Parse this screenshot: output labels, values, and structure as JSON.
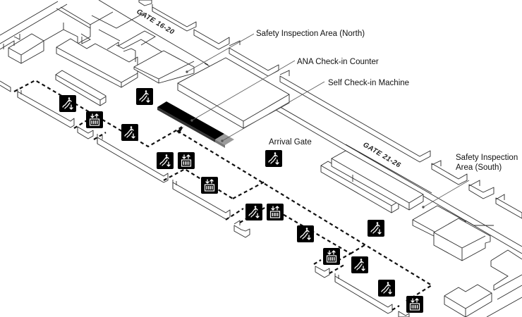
{
  "map": {
    "title": "Terminal Floor Map",
    "gates": [
      {
        "id": "gate-16-20",
        "label": "GATE 16-20"
      },
      {
        "id": "gate-21-26",
        "label": "GATE 21-26"
      }
    ],
    "callouts": [
      {
        "id": "safety-north",
        "lines": [
          "Safety Inspection Area (North)"
        ]
      },
      {
        "id": "ana-counter",
        "lines": [
          "ANA Check-in Counter"
        ]
      },
      {
        "id": "self-checkin",
        "lines": [
          "Self Check-in Machine"
        ]
      },
      {
        "id": "arrival-gate",
        "lines": [
          "Arrival Gate"
        ]
      },
      {
        "id": "safety-south",
        "lines": [
          "Safety Inspection",
          "Area (South)"
        ]
      }
    ],
    "facilities": [
      {
        "type": "escalator",
        "name": "escalator-icon"
      },
      {
        "type": "elevator",
        "name": "elevator-icon"
      }
    ],
    "colors": {
      "counter": "#000000",
      "self_checkin_machine": "#9a9a9a",
      "icon_background": "#000000",
      "route": "#111111"
    }
  }
}
